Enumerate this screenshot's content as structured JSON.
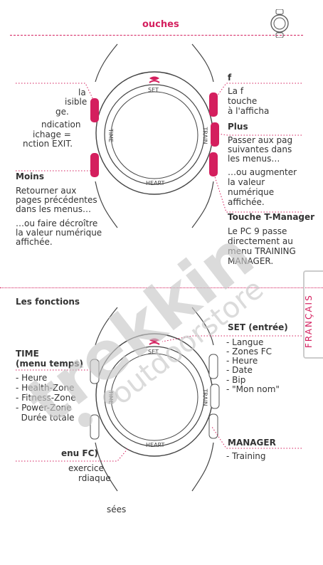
{
  "header": {
    "title": "ouches"
  },
  "top": {
    "left_texts": [
      "la",
      "isible",
      "ge.",
      "ndication",
      "ichage =",
      "nction EXIT."
    ],
    "moins": {
      "title": "Moins",
      "lines": [
        "Retourner aux",
        "pages précédentes",
        "dans les menus…",
        "…ou faire décroître",
        "la valeur numérique",
        "affichée."
      ]
    },
    "right_f": {
      "title": "f",
      "lines": [
        "La f",
        "touche",
        "à l'afficha"
      ]
    },
    "plus": {
      "title": "Plus",
      "lines": [
        "Passer aux pag",
        "suivantes dans",
        "les menus…",
        "…ou augmenter",
        "la valeur",
        "numérique",
        "affichée."
      ]
    },
    "tmanager": {
      "title": "Touche T-Manager",
      "lines": [
        "Le PC 9 passe",
        "directement au",
        "menu TRAINING",
        "MANAGER."
      ]
    }
  },
  "bottom": {
    "fonctions_title": "Les fonctions",
    "set": {
      "title": "SET (entrée)",
      "items": [
        "- Langue",
        "- Zones FC",
        "- Heure",
        "- Date",
        "- Bip",
        "- \"Mon nom\""
      ]
    },
    "time": {
      "title_lines": [
        "TIME",
        "(menu temps)"
      ],
      "items": [
        "- Heure",
        "- Health-Zone",
        "- Fitness-Zone",
        "- Power-Zone",
        "  Durée totale"
      ]
    },
    "manager": {
      "title": "MANAGER",
      "items": [
        "- Training"
      ]
    },
    "heart": {
      "title": "enu FC)",
      "lines": [
        "exercice",
        "rdiaque"
      ]
    },
    "footer": "sées"
  },
  "watch": {
    "labels": {
      "set": "SET",
      "time": "TIME",
      "train": "TRAIN",
      "heart": "HEART"
    }
  },
  "tab": {
    "label": "FRANÇAIS"
  },
  "watermark": {
    "big": "trekkin",
    "small": "outdoorstore"
  },
  "colors": {
    "accent": "#d41f5e",
    "watermark": "#c8c8c8"
  }
}
